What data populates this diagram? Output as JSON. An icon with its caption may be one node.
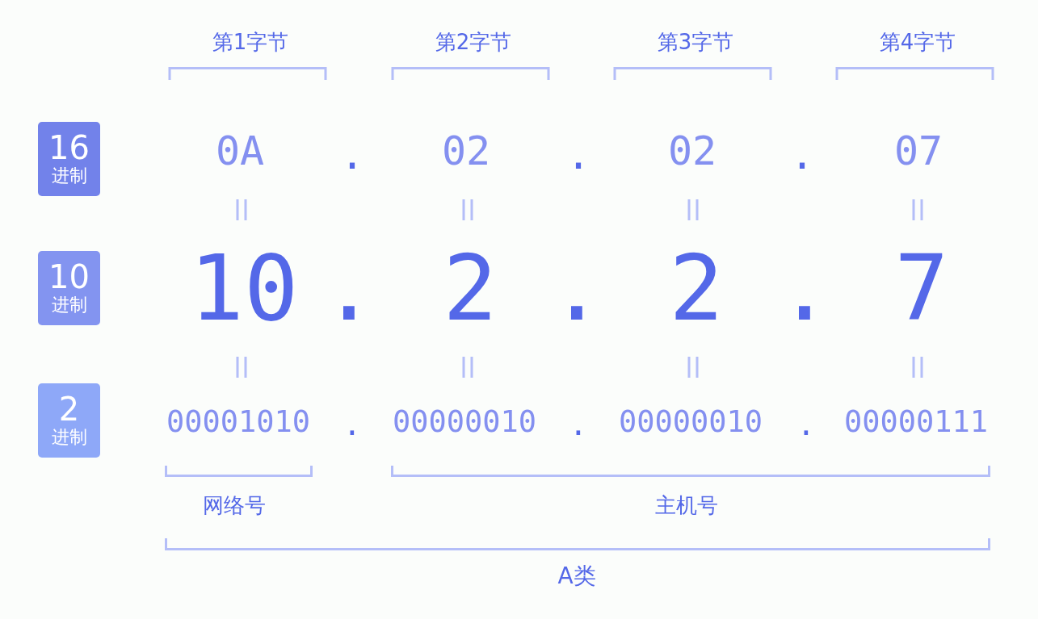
{
  "diagram": {
    "nodes": [
      {
        "text": [
          "16",
          "进制"
        ]
      },
      {
        "text": [
          "10",
          "进制"
        ]
      },
      {
        "text": [
          "2",
          "进制"
        ]
      }
    ],
    "labels": [
      "第1字节",
      "第2字节",
      "第3字节",
      "第4字节",
      "0A",
      ".",
      "02",
      ".",
      "02",
      ".",
      "07",
      "10",
      ".",
      "2",
      ".",
      "2",
      ".",
      "7",
      "00001010",
      ".",
      "00000010",
      ".",
      "00000010",
      ".",
      "00000111",
      "网络号",
      "主机号",
      "A类"
    ]
  }
}
